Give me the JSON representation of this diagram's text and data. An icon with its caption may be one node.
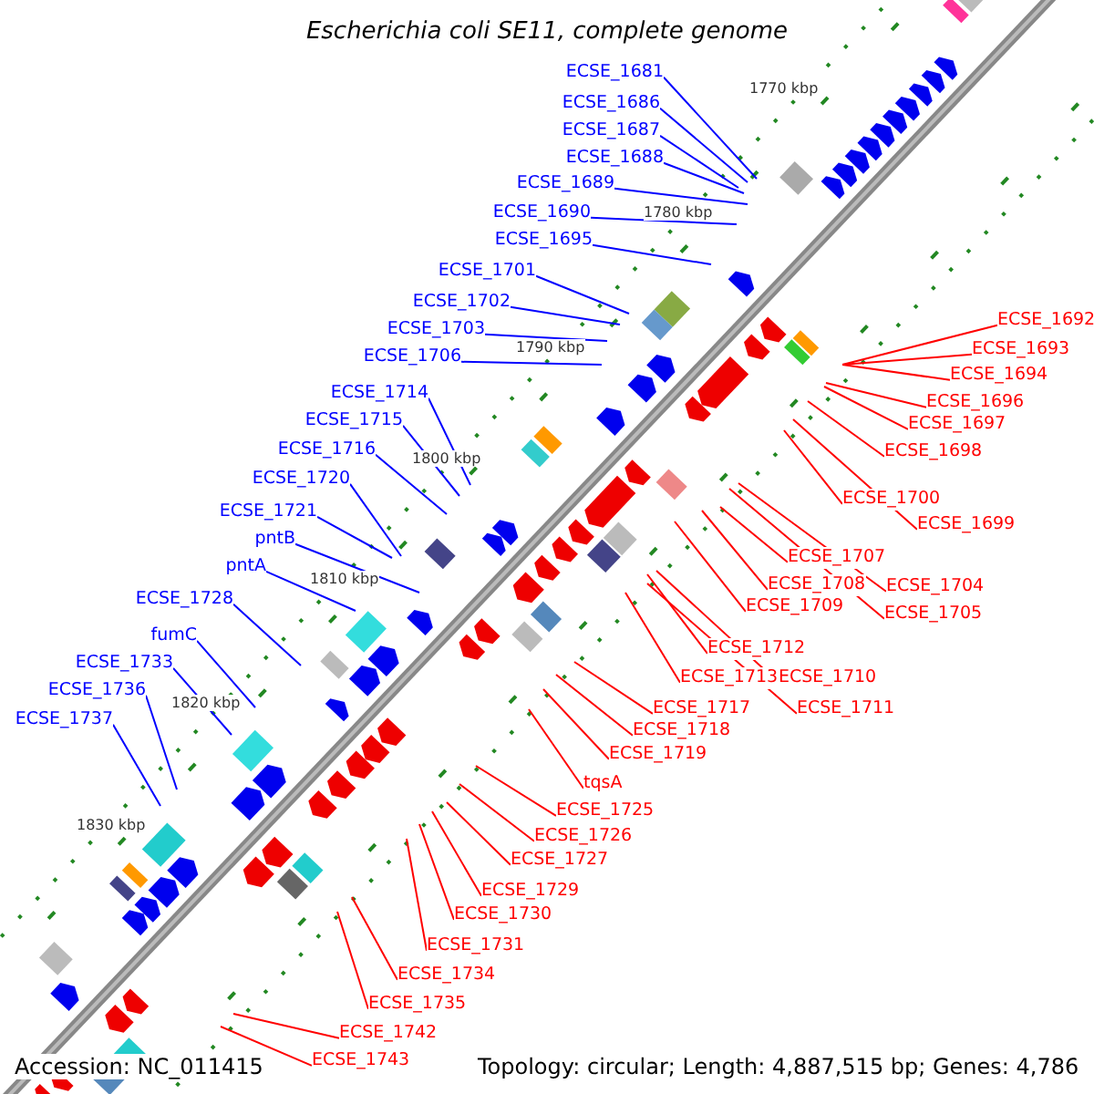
{
  "diagram": {
    "title": "Escherichia coli SE11, complete genome",
    "nodes": [
      {
        "text": [
          "ECSE_1681"
        ]
      },
      {
        "text": [
          "ECSE_1686"
        ]
      },
      {
        "text": [
          "ECSE_1687"
        ]
      },
      {
        "text": [
          "ECSE_1688"
        ]
      },
      {
        "text": [
          "ECSE_1689"
        ]
      },
      {
        "text": [
          "ECSE_1690"
        ]
      },
      {
        "text": [
          "ECSE_1695"
        ]
      },
      {
        "text": [
          "ECSE_1701"
        ]
      },
      {
        "text": [
          "ECSE_1702"
        ]
      },
      {
        "text": [
          "ECSE_1703"
        ]
      },
      {
        "text": [
          "ECSE_1706"
        ]
      },
      {
        "text": [
          "ECSE_1714"
        ]
      },
      {
        "text": [
          "ECSE_1715"
        ]
      },
      {
        "text": [
          "ECSE_1716"
        ]
      },
      {
        "text": [
          "ECSE_1720"
        ]
      },
      {
        "text": [
          "ECSE_1721"
        ]
      },
      {
        "text": [
          "pntB"
        ]
      },
      {
        "text": [
          "pntA"
        ]
      },
      {
        "text": [
          "ECSE_1728"
        ]
      },
      {
        "text": [
          "fumC"
        ]
      },
      {
        "text": [
          "ECSE_1733"
        ]
      },
      {
        "text": [
          "ECSE_1736"
        ]
      },
      {
        "text": [
          "ECSE_1737"
        ]
      },
      {
        "text": [
          "ECSE_1692"
        ]
      },
      {
        "text": [
          "ECSE_1693"
        ]
      },
      {
        "text": [
          "ECSE_1694"
        ]
      },
      {
        "text": [
          "ECSE_1696"
        ]
      },
      {
        "text": [
          "ECSE_1697"
        ]
      },
      {
        "text": [
          "ECSE_1698"
        ]
      },
      {
        "text": [
          "ECSE_1700"
        ]
      },
      {
        "text": [
          "ECSE_1699"
        ]
      },
      {
        "text": [
          "ECSE_1707"
        ]
      },
      {
        "text": [
          "ECSE_1704"
        ]
      },
      {
        "text": [
          "ECSE_1708"
        ]
      },
      {
        "text": [
          "ECSE_1705"
        ]
      },
      {
        "text": [
          "ECSE_1709"
        ]
      },
      {
        "text": [
          "ECSE_1712"
        ]
      },
      {
        "text": [
          "ECSE_1713"
        ]
      },
      {
        "text": [
          "ECSE_1710"
        ]
      },
      {
        "text": [
          "ECSE_1711"
        ]
      },
      {
        "text": [
          "ECSE_1717"
        ]
      },
      {
        "text": [
          "ECSE_1718"
        ]
      },
      {
        "text": [
          "ECSE_1719"
        ]
      },
      {
        "text": [
          "tqsA"
        ]
      },
      {
        "text": [
          "ECSE_1725"
        ]
      },
      {
        "text": [
          "ECSE_1726"
        ]
      },
      {
        "text": [
          "ECSE_1727"
        ]
      },
      {
        "text": [
          "ECSE_1729"
        ]
      },
      {
        "text": [
          "ECSE_1730"
        ]
      },
      {
        "text": [
          "ECSE_1731"
        ]
      },
      {
        "text": [
          "ECSE_1734"
        ]
      },
      {
        "text": [
          "ECSE_1735"
        ]
      },
      {
        "text": [
          "ECSE_1742"
        ]
      },
      {
        "text": [
          "ECSE_1743"
        ]
      }
    ],
    "edges": [
      {
        "from": 0,
        "to": null,
        "arrow": "none",
        "color": "#0000ff"
      },
      {
        "from": 1,
        "to": null,
        "arrow": "none",
        "color": "#0000ff"
      },
      {
        "from": 2,
        "to": null,
        "arrow": "none",
        "color": "#0000ff"
      },
      {
        "from": 3,
        "to": null,
        "arrow": "none",
        "color": "#0000ff"
      },
      {
        "from": 4,
        "to": null,
        "arrow": "none",
        "color": "#0000ff"
      },
      {
        "from": 5,
        "to": null,
        "arrow": "none",
        "color": "#0000ff"
      },
      {
        "from": 6,
        "to": null,
        "arrow": "none",
        "color": "#0000ff"
      },
      {
        "from": 7,
        "to": null,
        "arrow": "none",
        "color": "#0000ff"
      },
      {
        "from": 8,
        "to": null,
        "arrow": "none",
        "color": "#0000ff"
      },
      {
        "from": 9,
        "to": null,
        "arrow": "none",
        "color": "#0000ff"
      },
      {
        "from": 10,
        "to": null,
        "arrow": "none",
        "color": "#0000ff"
      },
      {
        "from": 11,
        "to": null,
        "arrow": "none",
        "color": "#0000ff"
      },
      {
        "from": 12,
        "to": null,
        "arrow": "none",
        "color": "#0000ff"
      },
      {
        "from": 13,
        "to": null,
        "arrow": "none",
        "color": "#0000ff"
      },
      {
        "from": 14,
        "to": null,
        "arrow": "none",
        "color": "#0000ff"
      },
      {
        "from": 15,
        "to": null,
        "arrow": "none",
        "color": "#0000ff"
      },
      {
        "from": 16,
        "to": null,
        "arrow": "none",
        "color": "#0000ff"
      },
      {
        "from": 17,
        "to": null,
        "arrow": "none",
        "color": "#0000ff"
      },
      {
        "from": 18,
        "to": null,
        "arrow": "none",
        "color": "#0000ff"
      },
      {
        "from": 19,
        "to": null,
        "arrow": "none",
        "color": "#0000ff"
      },
      {
        "from": 20,
        "to": null,
        "arrow": "none",
        "color": "#0000ff"
      },
      {
        "from": 21,
        "to": null,
        "arrow": "none",
        "color": "#0000ff"
      },
      {
        "from": 22,
        "to": null,
        "arrow": "none",
        "color": "#0000ff"
      },
      {
        "from": 23,
        "to": null,
        "arrow": "none"
      },
      {
        "from": 24,
        "to": null,
        "arrow": "none"
      },
      {
        "from": 25,
        "to": null,
        "arrow": "none"
      },
      {
        "from": 26,
        "to": null,
        "arrow": "none"
      },
      {
        "from": 27,
        "to": null,
        "arrow": "none"
      },
      {
        "from": 28,
        "to": null,
        "arrow": "none"
      },
      {
        "from": 29,
        "to": null,
        "arrow": "none"
      },
      {
        "from": 30,
        "to": null,
        "arrow": "none"
      },
      {
        "from": 31,
        "to": null,
        "arrow": "none"
      },
      {
        "from": 32,
        "to": null,
        "arrow": "none"
      },
      {
        "from": 33,
        "to": null,
        "arrow": "none"
      },
      {
        "from": 34,
        "to": null,
        "arrow": "none"
      },
      {
        "from": 35,
        "to": null,
        "arrow": "none"
      },
      {
        "from": 36,
        "to": null,
        "arrow": "none"
      },
      {
        "from": 37,
        "to": null,
        "arrow": "none"
      },
      {
        "from": 38,
        "to": null,
        "arrow": "none"
      },
      {
        "from": 39,
        "to": null,
        "arrow": "none"
      },
      {
        "from": 40,
        "to": null,
        "arrow": "none"
      },
      {
        "from": 41,
        "to": null,
        "arrow": "none"
      },
      {
        "from": 42,
        "to": null,
        "arrow": "none"
      },
      {
        "from": 43,
        "to": null,
        "arrow": "none"
      },
      {
        "from": 44,
        "to": null,
        "arrow": "none"
      },
      {
        "from": 45,
        "to": null,
        "arrow": "none"
      },
      {
        "from": 46,
        "to": null,
        "arrow": "none"
      },
      {
        "from": 47,
        "to": null,
        "arrow": "none"
      },
      {
        "from": 48,
        "to": null,
        "arrow": "none"
      },
      {
        "from": 49,
        "to": null,
        "arrow": "none"
      },
      {
        "from": 50,
        "to": null,
        "arrow": "none"
      },
      {
        "from": 51,
        "to": null,
        "arrow": "none"
      },
      {
        "from": 52,
        "to": null,
        "arrow": "none"
      },
      {
        "from": 53,
        "to": null,
        "arrow": "none"
      }
    ],
    "labels": [
      "1770 kbp",
      "1780 kbp",
      "1790 kbp",
      "1800 kbp",
      "1810 kbp",
      "1820 kbp",
      "1830 kbp",
      "Accession: NC_011415",
      "Topology: circular; Length: 4,887,515 bp; Genes: 4,786"
    ]
  }
}
